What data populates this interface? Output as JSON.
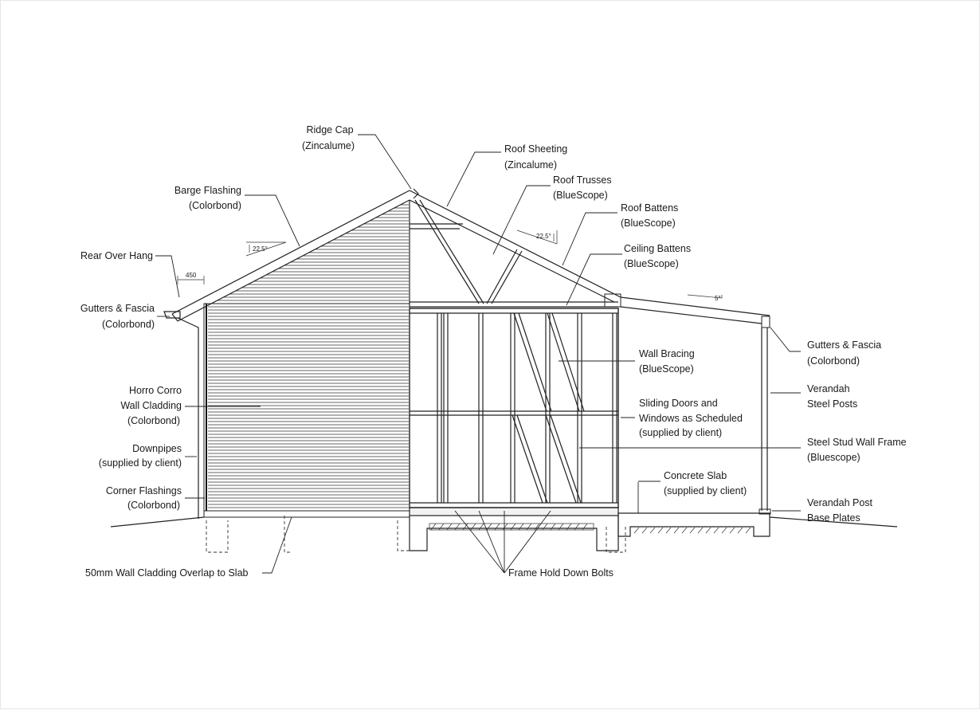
{
  "labels": {
    "ridge_cap": [
      "Ridge Cap",
      "(Zincalume)"
    ],
    "roof_sheeting": [
      "Roof Sheeting",
      "(Zincalume)"
    ],
    "roof_trusses": [
      "Roof Trusses",
      "(BlueScope)"
    ],
    "roof_battens": [
      "Roof Battens",
      "(BlueScope)"
    ],
    "ceiling_battens": [
      "Ceiling Battens",
      "(BlueScope)"
    ],
    "barge_flashing": [
      "Barge Flashing",
      "(Colorbond)"
    ],
    "rear_over_hang": [
      "Rear Over Hang"
    ],
    "gutters_left": [
      "Gutters & Fascia",
      "(Colorbond)"
    ],
    "gutters_right": [
      "Gutters & Fascia",
      "(Colorbond)"
    ],
    "wall_cladding": [
      "Horro Corro",
      "Wall Cladding",
      "(Colorbond)"
    ],
    "downpipes": [
      "Downpipes",
      "(supplied by client)"
    ],
    "corner_flashings": [
      "Corner Flashings",
      "(Colorbond)"
    ],
    "overlap": [
      "50mm Wall Cladding Overlap to Slab"
    ],
    "hold_down_bolts": [
      "Frame Hold Down Bolts"
    ],
    "wall_bracing": [
      "Wall Bracing",
      "(BlueScope)"
    ],
    "sliding_doors": [
      "Sliding Doors and",
      "Windows as Scheduled",
      "(supplied by client)"
    ],
    "verandah_posts": [
      "Verandah",
      "Steel Posts"
    ],
    "stud_frame": [
      "Steel Stud Wall Frame",
      "(Bluescope)"
    ],
    "concrete_slab": [
      "Concrete Slab",
      "(supplied by client)"
    ],
    "post_base": [
      "Verandah Post",
      "Base Plates"
    ]
  },
  "dimensions": {
    "overhang": "450",
    "pitch_left": "22.5°",
    "pitch_right": "22.5°",
    "pitch_verandah": "5°"
  }
}
